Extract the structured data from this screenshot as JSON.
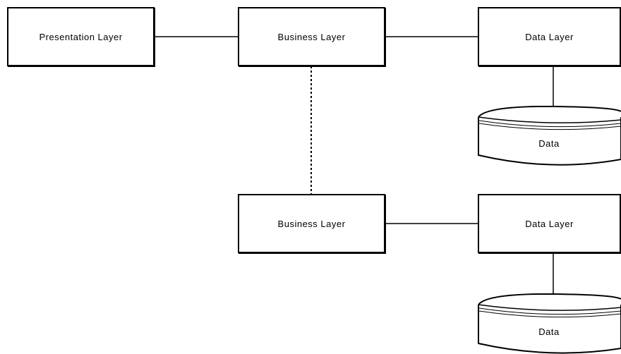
{
  "diagram": {
    "presentation_layer": "Presentation Layer",
    "business_layer_top": "Business Layer",
    "data_layer_top": "Data Layer",
    "data_store_top": "Data",
    "business_layer_bottom": "Business Layer",
    "data_layer_bottom": "Data Layer",
    "data_store_bottom": "Data"
  },
  "colors": {
    "stroke": "#000000",
    "background": "#ffffff"
  }
}
